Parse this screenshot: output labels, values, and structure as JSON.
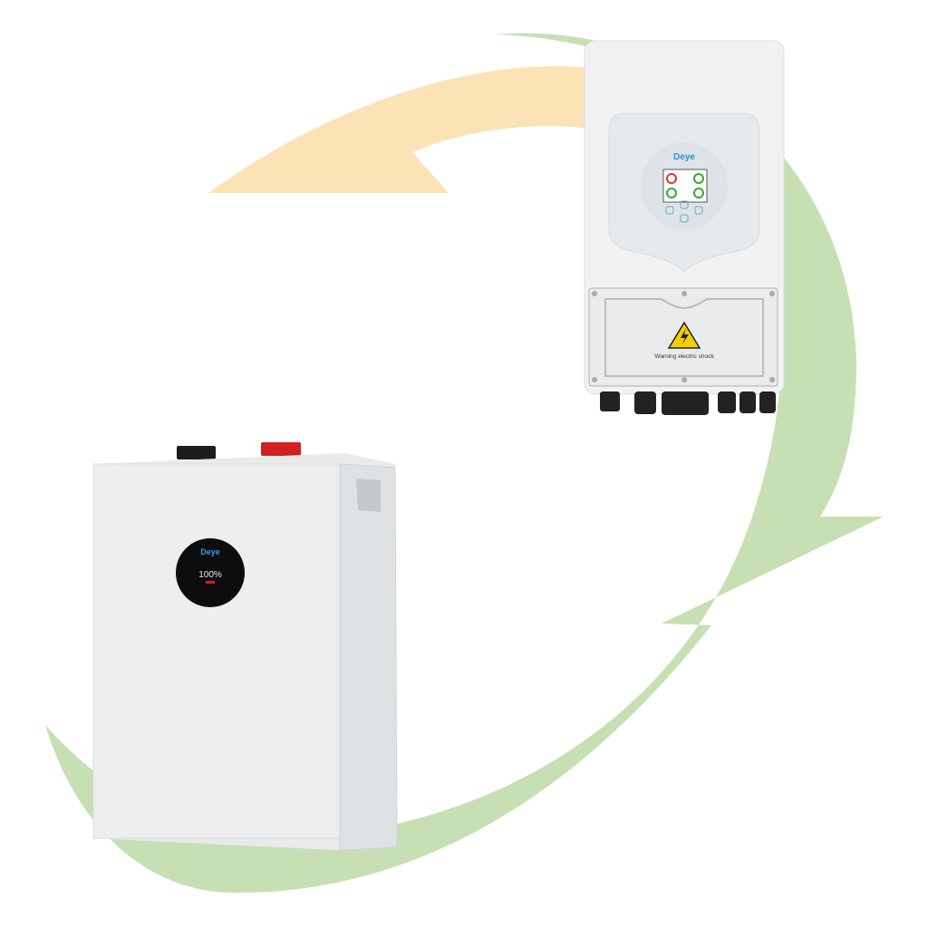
{
  "inverter": {
    "brand": "Deye",
    "warning_label": "Warning electric shock"
  },
  "battery": {
    "brand": "Deye",
    "charge_display": "100%"
  },
  "colors": {
    "green_arrow": "#c6e0b4",
    "orange_arrow": "#fbe3b6",
    "device_body": "#eef0f1",
    "accent_blue": "#2a8fd6",
    "terminal_red": "#d02020"
  }
}
